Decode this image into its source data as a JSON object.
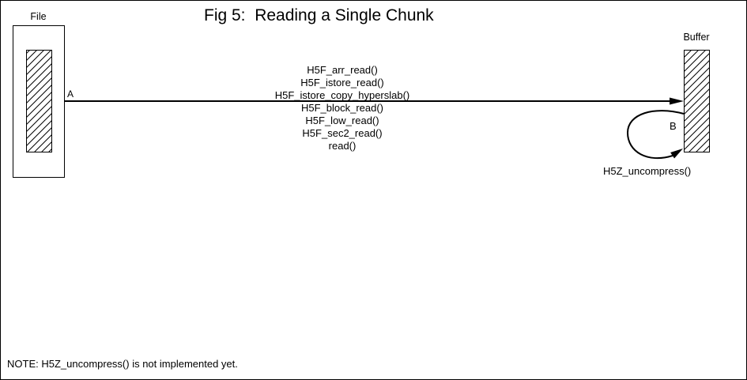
{
  "figure": {
    "title": "Fig 5:  Reading a Single Chunk"
  },
  "file": {
    "label": "File"
  },
  "buffer": {
    "label": "Buffer"
  },
  "arrow_a": {
    "label": "A"
  },
  "arrow_b": {
    "label": "B",
    "caption": "H5Z_uncompress()"
  },
  "call_stack": [
    "H5F_arr_read()",
    "H5F_istore_read()",
    "H5F_istore_copy_hyperslab()",
    "H5F_block_read()",
    "H5F_low_read()",
    "H5F_sec2_read()",
    "read()"
  ],
  "note": "NOTE: H5Z_uncompress() is not implemented yet.",
  "colors": {
    "foreground": "#000000",
    "background": "#ffffff"
  }
}
